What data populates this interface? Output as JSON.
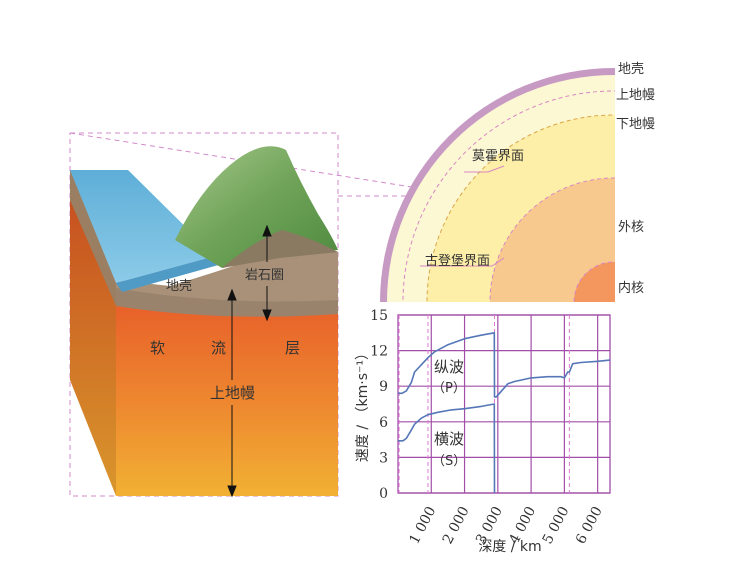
{
  "block_diagram": {
    "labels": {
      "lithosphere": "岩石圈",
      "crust": "地壳",
      "asthenosphere": [
        "软",
        "流",
        "层"
      ],
      "upper_mantle": "上地幔"
    }
  },
  "earth_section": {
    "layer_labels": {
      "crust": "地壳",
      "upper_mantle": "上地幔",
      "lower_mantle": "下地幔",
      "outer_core": "外核",
      "inner_core": "内核"
    },
    "boundary_labels": {
      "moho": "莫霍界面",
      "gutenberg": "古登堡界面"
    }
  },
  "colors": {
    "ocean": "#6ab7dd",
    "mountain": "#7fb068",
    "crust_brown": "#a89178",
    "asthenosphere_top": "#e8602a",
    "asthenosphere_bottom": "#f1b133",
    "shell_purple": "#c79ac4",
    "mantle_light": "#fdf8d4",
    "lower_mantle": "#fdefa8",
    "outer_core": "#f8c98e",
    "inner_core": "#f3975f",
    "chart_grid": "#a24fa8",
    "series_line": "#5577b8",
    "dashed_connector": "#d28acb"
  },
  "chart_data": {
    "type": "line",
    "xlabel": "深度 / km",
    "ylabel": "速度 / （km·s⁻¹）",
    "xlim": [
      0,
      6371
    ],
    "ylim": [
      0,
      15
    ],
    "x_ticks": [
      1000,
      2000,
      3000,
      4000,
      5000,
      6000
    ],
    "x_tick_labels": [
      "1 000",
      "2 000",
      "3 000",
      "4 000",
      "5 000",
      "6 000"
    ],
    "y_ticks": [
      0,
      3,
      6,
      9,
      12,
      15
    ],
    "y_tick_labels": [
      "0",
      "3",
      "6",
      "9",
      "12",
      "15"
    ],
    "boundaries_km": [
      33,
      900,
      2900,
      5150
    ],
    "series": [
      {
        "name": "纵波（P）",
        "label_lines": [
          "纵波",
          "（P）"
        ],
        "x": [
          0,
          120,
          250,
          400,
          500,
          700,
          900,
          1100,
          1500,
          2000,
          2500,
          2895,
          2900,
          2950,
          3050,
          3300,
          3500,
          4000,
          4500,
          4900,
          5000,
          5100,
          5150,
          5250,
          5500,
          6000,
          6371
        ],
        "y": [
          8.4,
          8.4,
          8.6,
          9.3,
          10.2,
          10.8,
          11.4,
          11.9,
          12.5,
          13.0,
          13.3,
          13.5,
          8.1,
          8.1,
          8.4,
          9.2,
          9.4,
          9.7,
          9.8,
          9.8,
          9.7,
          10.2,
          10.2,
          10.9,
          11.0,
          11.1,
          11.2
        ]
      },
      {
        "name": "横波（S）",
        "label_lines": [
          "横波",
          "（S）"
        ],
        "x": [
          0,
          150,
          250,
          400,
          500,
          700,
          900,
          1200,
          1600,
          2000,
          2500,
          2895,
          2900
        ],
        "y": [
          4.4,
          4.4,
          4.6,
          5.3,
          5.8,
          6.3,
          6.6,
          6.8,
          7.0,
          7.1,
          7.3,
          7.5,
          0
        ]
      }
    ]
  }
}
